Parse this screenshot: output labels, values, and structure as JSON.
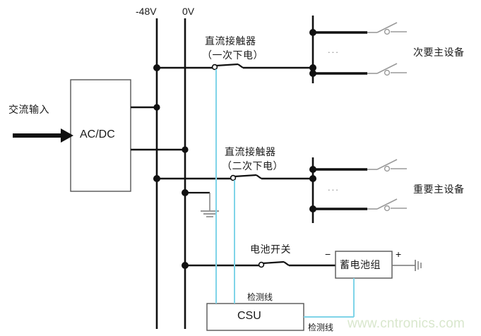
{
  "diagram": {
    "title": "DC power distribution diagram",
    "colors": {
      "wire": "#111111",
      "sense_wire": "#7fd4e8",
      "box_border": "#555555",
      "faint_switch": "#9a9a9a",
      "watermark": "#d9e7cd",
      "text": "#1a1a1a"
    },
    "bus_labels": {
      "neg48": "-48V",
      "zero": "0V"
    },
    "blocks": [
      {
        "id": "acdc",
        "label": "AC/DC"
      },
      {
        "id": "csu",
        "label": "CSU"
      },
      {
        "id": "battery",
        "label": "蓄电池组"
      }
    ],
    "labels": {
      "ac_input": "交流输入",
      "contactor_primary_line1": "直流接触器",
      "contactor_primary_line2": "（一次下电）",
      "contactor_secondary_line1": "直流接触器",
      "contactor_secondary_line2": "（二次下电）",
      "secondary_equipment": "次要主设备",
      "important_equipment": "重要主设备",
      "battery_switch": "电池开关",
      "sense_line_top": "检测线",
      "sense_line_bottom": "检测线",
      "battery_minus": "−",
      "battery_plus": "+",
      "ellipsis_top": "...",
      "ellipsis_bottom": "..."
    },
    "watermark": "www.cntronics.com"
  }
}
